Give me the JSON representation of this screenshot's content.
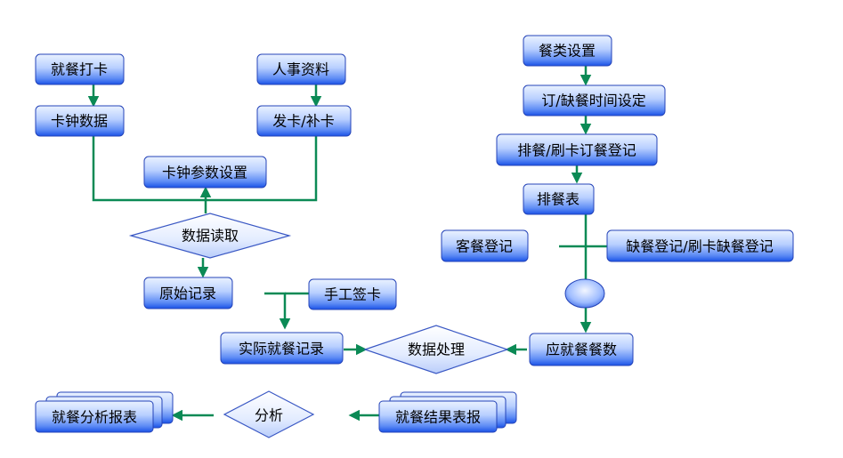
{
  "colors": {
    "box_top": "#eaf2ff",
    "box_mid": "#7aa7ff",
    "box_bottom": "#1a52e6",
    "box_border": "#2443b8",
    "diamond_fill": "#e6eeff",
    "connector": "#0b8a55",
    "text": "#000000"
  },
  "nodes": {
    "jiucan_daka": "就餐打卡",
    "kazhong_shuju": "卡钟数据",
    "renshi_ziliao": "人事资料",
    "faka_buka": "发卡/补卡",
    "kazhong_canshu": "卡钟参数设置",
    "shuju_duqu": "数据读取",
    "yuanshi_jilu": "原始记录",
    "shougong_qianka": "手工签卡",
    "shiji_jiucan": "实际就餐记录",
    "shuju_chuli": "数据处理",
    "canlei_shezhi": "餐类设置",
    "ding_que_can": "订/缺餐时间设定",
    "paican_shuaka": "排餐/刷卡订餐登记",
    "paican_biao": "排餐表",
    "kecan_dengji": "客餐登记",
    "quecan_dengji": "缺餐登记/刷卡缺餐登记",
    "ying_jiucan": "应就餐餐数",
    "jiucan_fenxi": "就餐分析报表",
    "fenxi": "分析",
    "jiucan_jieguo": "就餐结果表报"
  }
}
